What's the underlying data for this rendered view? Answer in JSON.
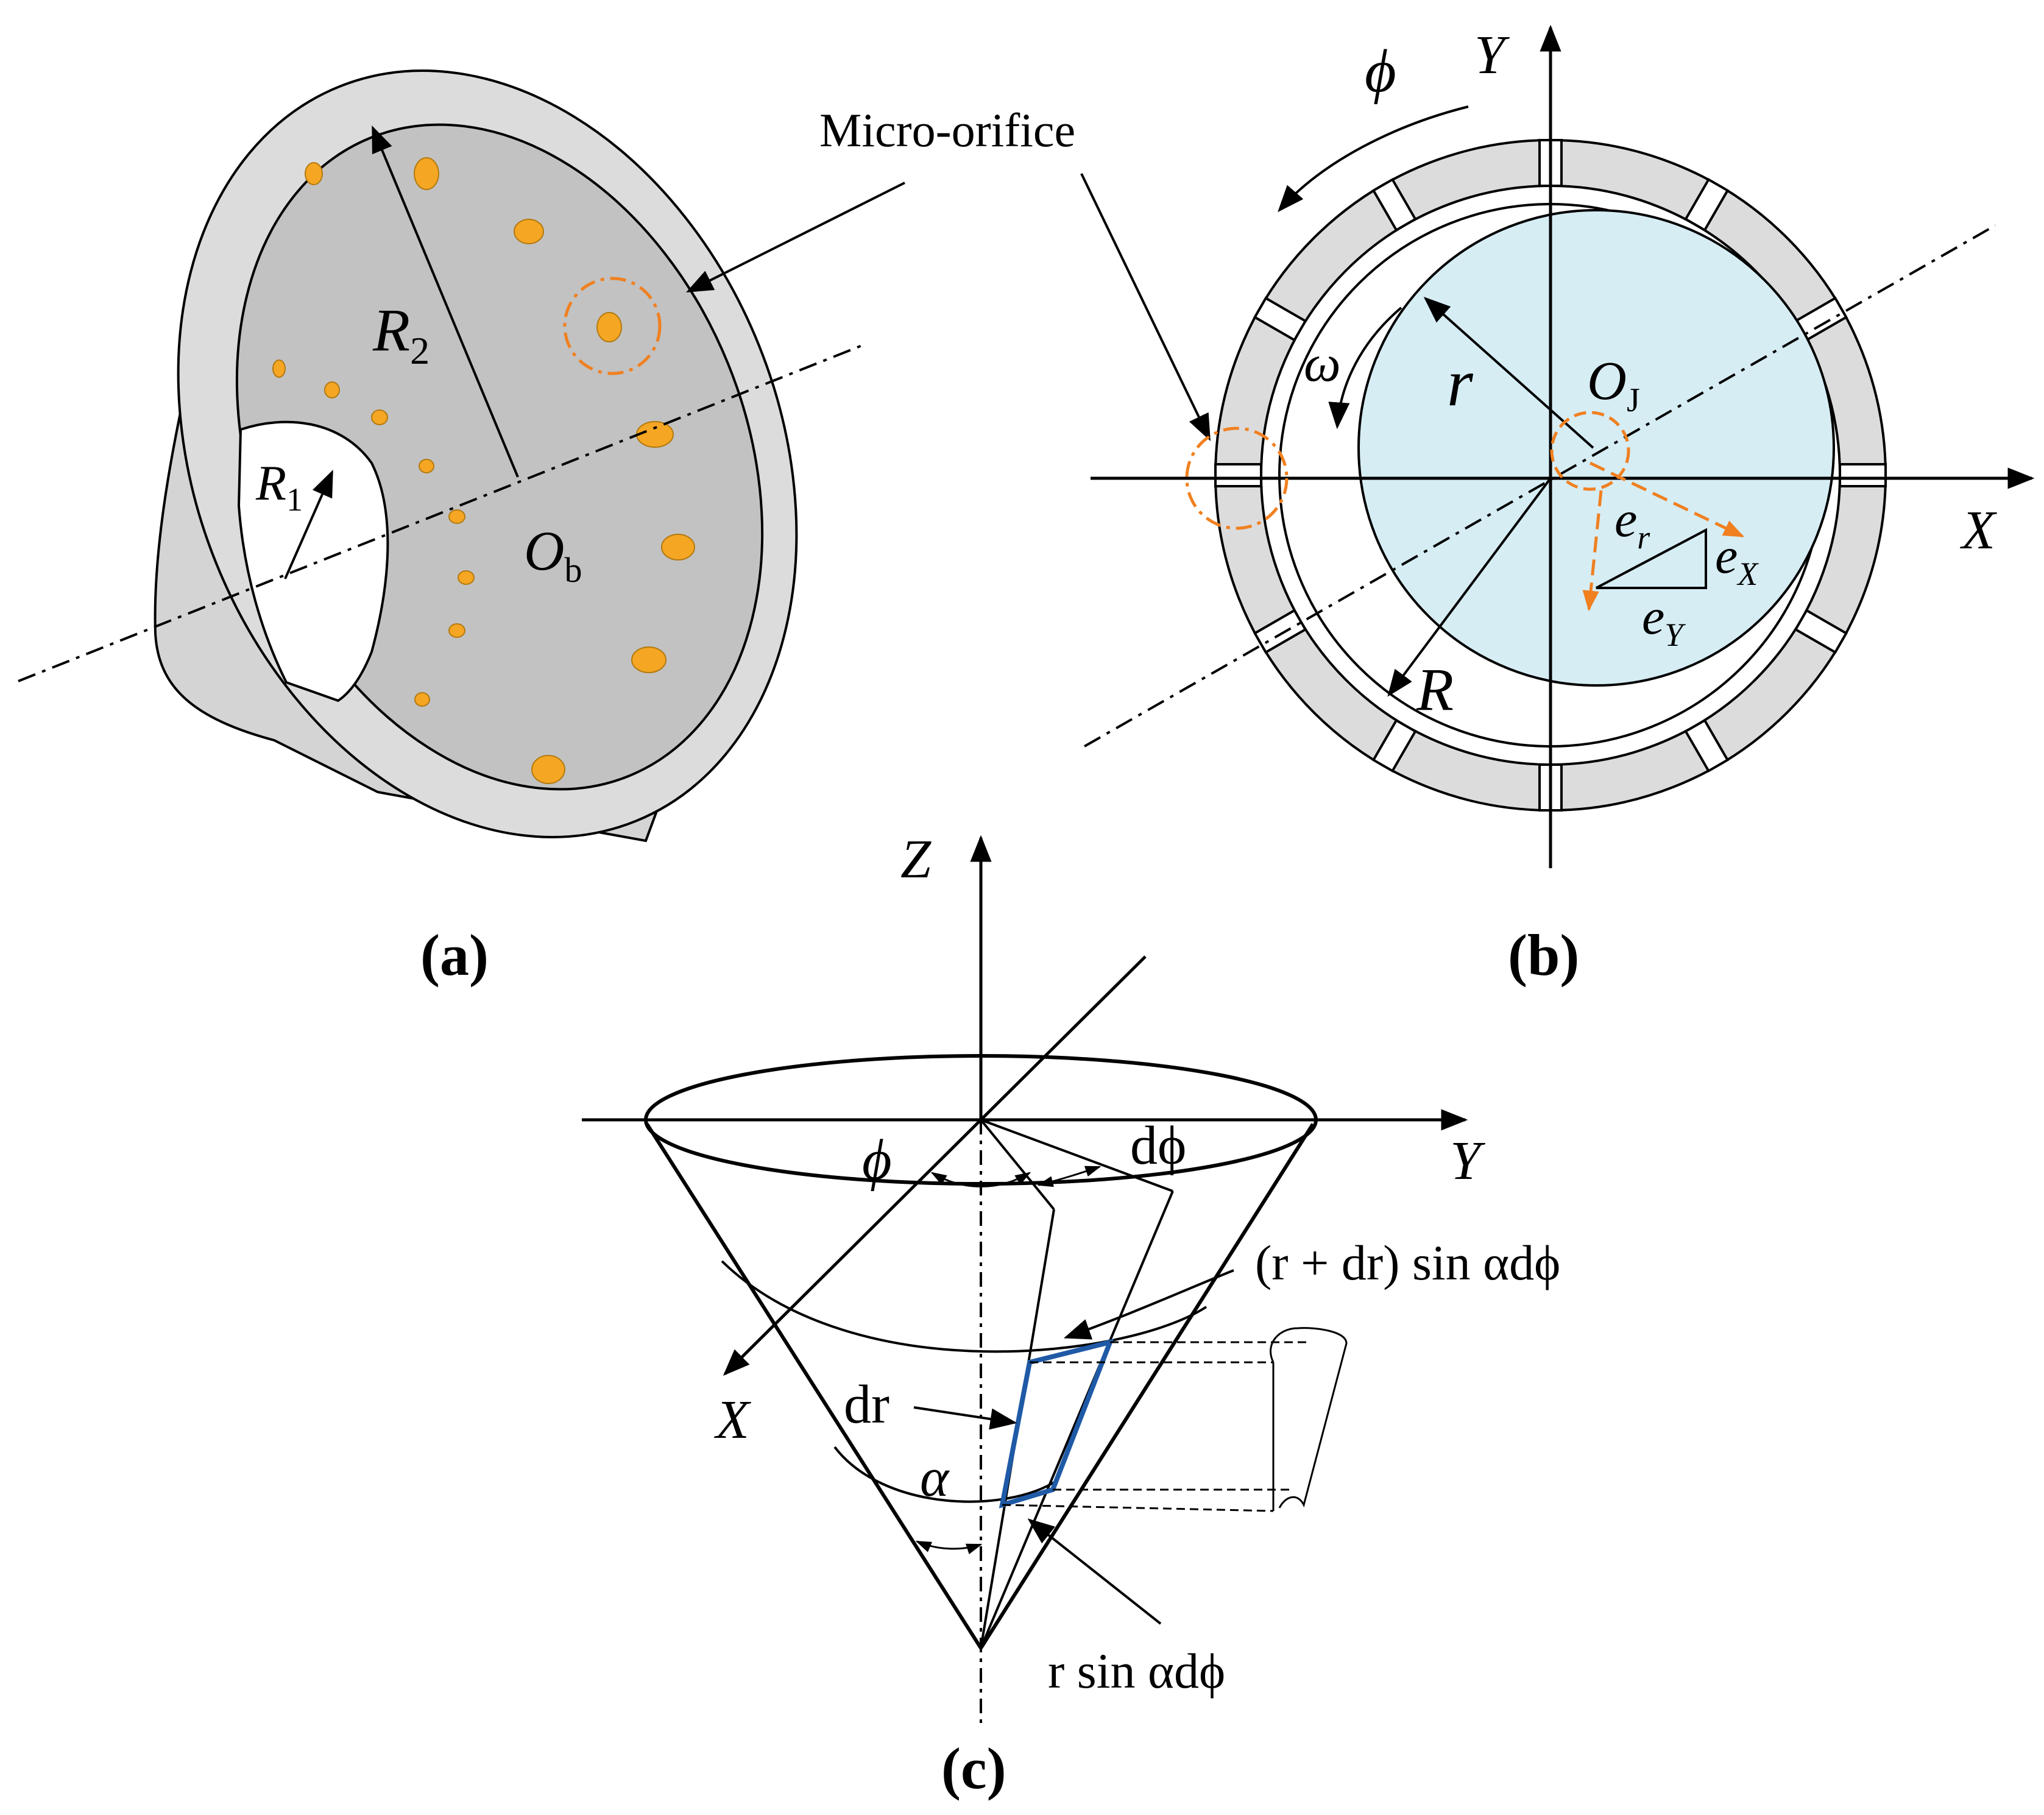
{
  "colors": {
    "shell_outer": "#dcdcdc",
    "shell_inner": "#c0c0c0",
    "orifice_fill": "#f5a623",
    "highlight_orange": "#f08020",
    "journal_fill": "#d6edf4",
    "element_blue": "#1f5aa6",
    "line": "#000000"
  },
  "panel_a": {
    "caption": "(a)",
    "micro_orifice_label": "Micro-orifice",
    "label_R2": "R",
    "label_R2_sub": "2",
    "label_R1": "R",
    "label_R1_sub": "1",
    "label_Ob": "O",
    "label_Ob_sub": "b"
  },
  "panel_b": {
    "caption": "(b)",
    "axis_X": "X",
    "axis_Y": "Y",
    "label_phi": "ϕ",
    "label_omega": "ω",
    "label_r": "r",
    "label_R": "R",
    "label_OJ": "O",
    "label_OJ_sub": "J",
    "label_er": "e",
    "label_er_sub": "r",
    "label_eX": "e",
    "label_eX_sub": "X",
    "label_eY": "e",
    "label_eY_sub": "Y"
  },
  "panel_c": {
    "caption": "(c)",
    "axis_Z": "Z",
    "axis_Y": "Y",
    "axis_X": "X",
    "label_phi": "ϕ",
    "label_dphi": "dϕ",
    "label_dr": "dr",
    "label_alpha": "α",
    "label_outer_arc": "(r + dr) sin αdϕ",
    "label_inner_arc": "r sin αdϕ"
  }
}
